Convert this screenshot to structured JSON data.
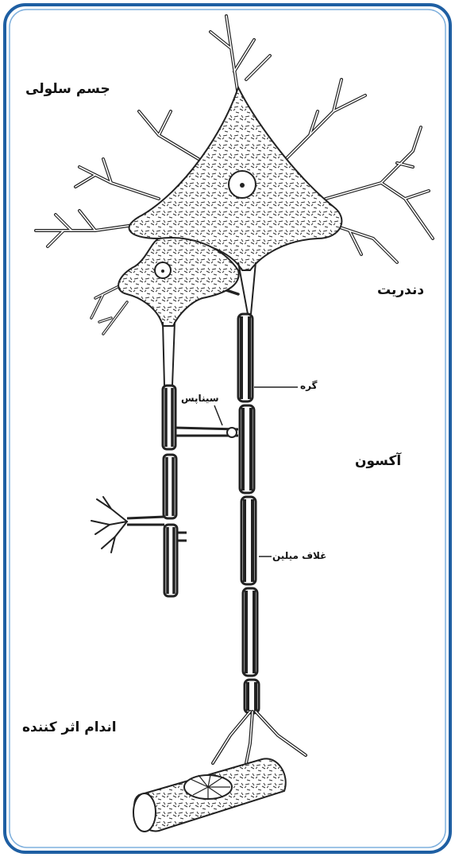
{
  "diagram": {
    "labels": {
      "cell_body": "جسم سلولی",
      "dendrite": "دندریت",
      "node": "گره",
      "synapse": "سیناپس",
      "axon": "آکسون",
      "myelin_sheath": "غلاف میلین",
      "effector": "اندام اثر کننده"
    }
  },
  "colors": {
    "frame_border": "#1e5fa3",
    "ink": "#222222"
  }
}
